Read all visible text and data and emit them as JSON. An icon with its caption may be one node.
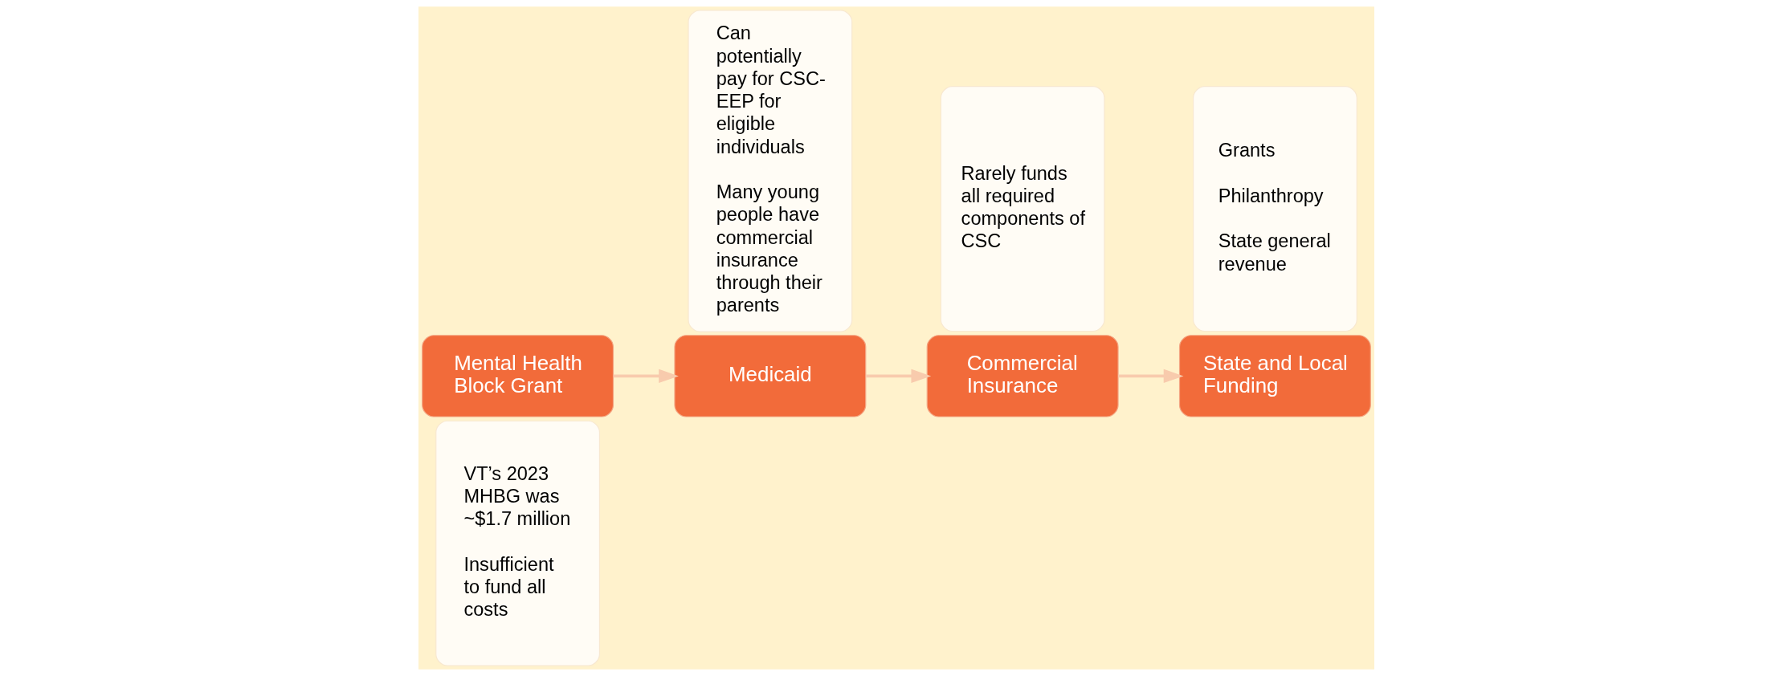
{
  "diagram": {
    "nodes": [
      {
        "text": [
          "Mental Health Block Grant"
        ]
      },
      {
        "text": [
          "VT’s 2023 MHBG was ~$1.7 million",
          "Insufficient to fund all costs"
        ]
      },
      {
        "text": [
          "Medicaid"
        ]
      },
      {
        "text": [
          "Can potentially pay for CSC-EEP for eligible individuals",
          "Many young people have commercial insurance through their parents"
        ]
      },
      {
        "text": [
          "Commercial Insurance"
        ]
      },
      {
        "text": [
          "Rarely funds all required components of CSC"
        ]
      },
      {
        "text": [
          "State and Local Funding"
        ]
      },
      {
        "text": [
          "Grants",
          "Philanthropy",
          "State general revenue"
        ]
      }
    ],
    "edges": [
      {
        "from": 0,
        "to": 2,
        "arrow": "to"
      },
      {
        "from": 2,
        "to": 4,
        "arrow": "to"
      },
      {
        "from": 4,
        "to": 6,
        "arrow": "to"
      }
    ]
  }
}
